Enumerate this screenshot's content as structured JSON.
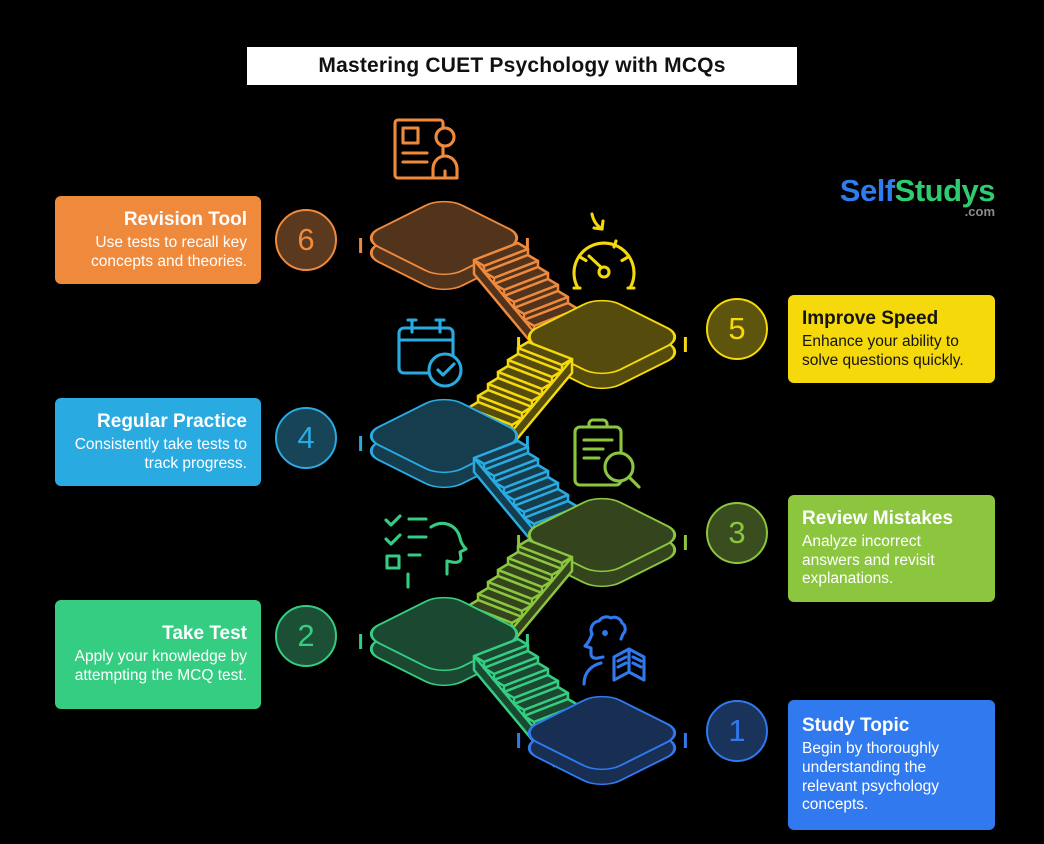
{
  "banner": {
    "title": "Mastering CUET Psychology with MCQs",
    "background": "#ffffff",
    "text_color": "#111111"
  },
  "logo": {
    "part1": "Self",
    "part2": "Studys",
    "suffix": ".com",
    "part1_color": "#2e7cf0",
    "part2_color": "#2fcb71",
    "suffix_color": "#8b8b8b"
  },
  "steps": [
    {
      "number": "1",
      "title": "Study Topic",
      "description": "Begin by thoroughly understanding the relevant psychology concepts.",
      "side": "right",
      "color": "#3079EF",
      "text_color": "#ffffff",
      "icon": "person-reading-icon"
    },
    {
      "number": "2",
      "title": "Take Test",
      "description": "Apply your knowledge by attempting the MCQ test.",
      "side": "left",
      "color": "#35CD81",
      "text_color": "#ffffff",
      "icon": "head-checklist-icon"
    },
    {
      "number": "3",
      "title": "Review Mistakes",
      "description": "Analyze incorrect answers and revisit explanations.",
      "side": "right",
      "color": "#8CC63F",
      "text_color": "#ffffff",
      "icon": "clipboard-search-icon"
    },
    {
      "number": "4",
      "title": "Regular Practice",
      "description": "Consistently take tests to track progress.",
      "side": "left",
      "color": "#29ABE2",
      "text_color": "#ffffff",
      "icon": "calendar-check-icon"
    },
    {
      "number": "5",
      "title": "Improve Speed",
      "description": "Enhance your ability to solve questions quickly.",
      "side": "right",
      "color": "#F5D90A",
      "text_color": "#141414",
      "icon": "speedometer-icon"
    },
    {
      "number": "6",
      "title": "Revision Tool",
      "description": "Use tests to recall key concepts and theories.",
      "side": "left",
      "color": "#EF8A3D",
      "text_color": "#ffffff",
      "icon": "cv-person-icon"
    }
  ]
}
